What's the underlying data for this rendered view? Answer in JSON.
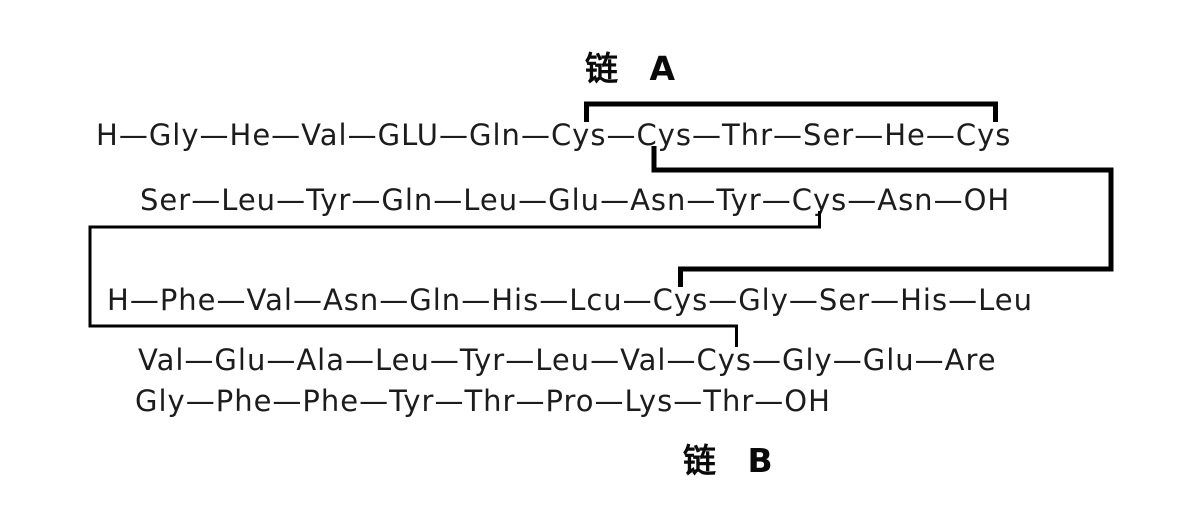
{
  "labels": {
    "chain_a": "链 A",
    "chain_b": "链 B"
  },
  "separator": "—",
  "sequence_rows": [
    {
      "chain": "A",
      "tokens": [
        "H",
        "Gly",
        "He",
        "Val",
        "GLU",
        "Gln",
        "Cys",
        "Cys",
        "Thr",
        "Ser",
        "He",
        "Cys"
      ]
    },
    {
      "chain": "A",
      "tokens": [
        "Ser",
        "Leu",
        "Tyr",
        "Gln",
        "Leu",
        "Glu",
        "Asn",
        "Tyr",
        "Cys",
        "Asn",
        "OH"
      ]
    },
    {
      "chain": "B",
      "tokens": [
        "H",
        "Phe",
        "Val",
        "Asn",
        "Gln",
        "His",
        "Lcu",
        "Cys",
        "Gly",
        "Ser",
        "His",
        "Leu"
      ]
    },
    {
      "chain": "B",
      "tokens": [
        "Val",
        "Glu",
        "Ala",
        "Leu",
        "Tyr",
        "Leu",
        "Val",
        "Cys",
        "Gly",
        "Glu",
        "Are"
      ]
    },
    {
      "chain": "B",
      "tokens": [
        "Gly",
        "Phe",
        "Phe",
        "Tyr",
        "Thr",
        "Pro",
        "Lys",
        "Thr",
        "OH"
      ]
    }
  ],
  "disulfide_bonds": [
    {
      "from": {
        "row": 0,
        "token": 6
      },
      "to": {
        "row": 0,
        "token": 11
      },
      "route": "top"
    },
    {
      "from": {
        "row": 0,
        "token": 7
      },
      "to": {
        "row": 2,
        "token": 7
      },
      "route": "right"
    },
    {
      "from": {
        "row": 1,
        "token": 8
      },
      "to": {
        "row": 3,
        "token": 7
      },
      "route": "left"
    }
  ],
  "colors": {
    "background": "#ffffff",
    "text": "#1c1c1c",
    "line": "#000000"
  }
}
